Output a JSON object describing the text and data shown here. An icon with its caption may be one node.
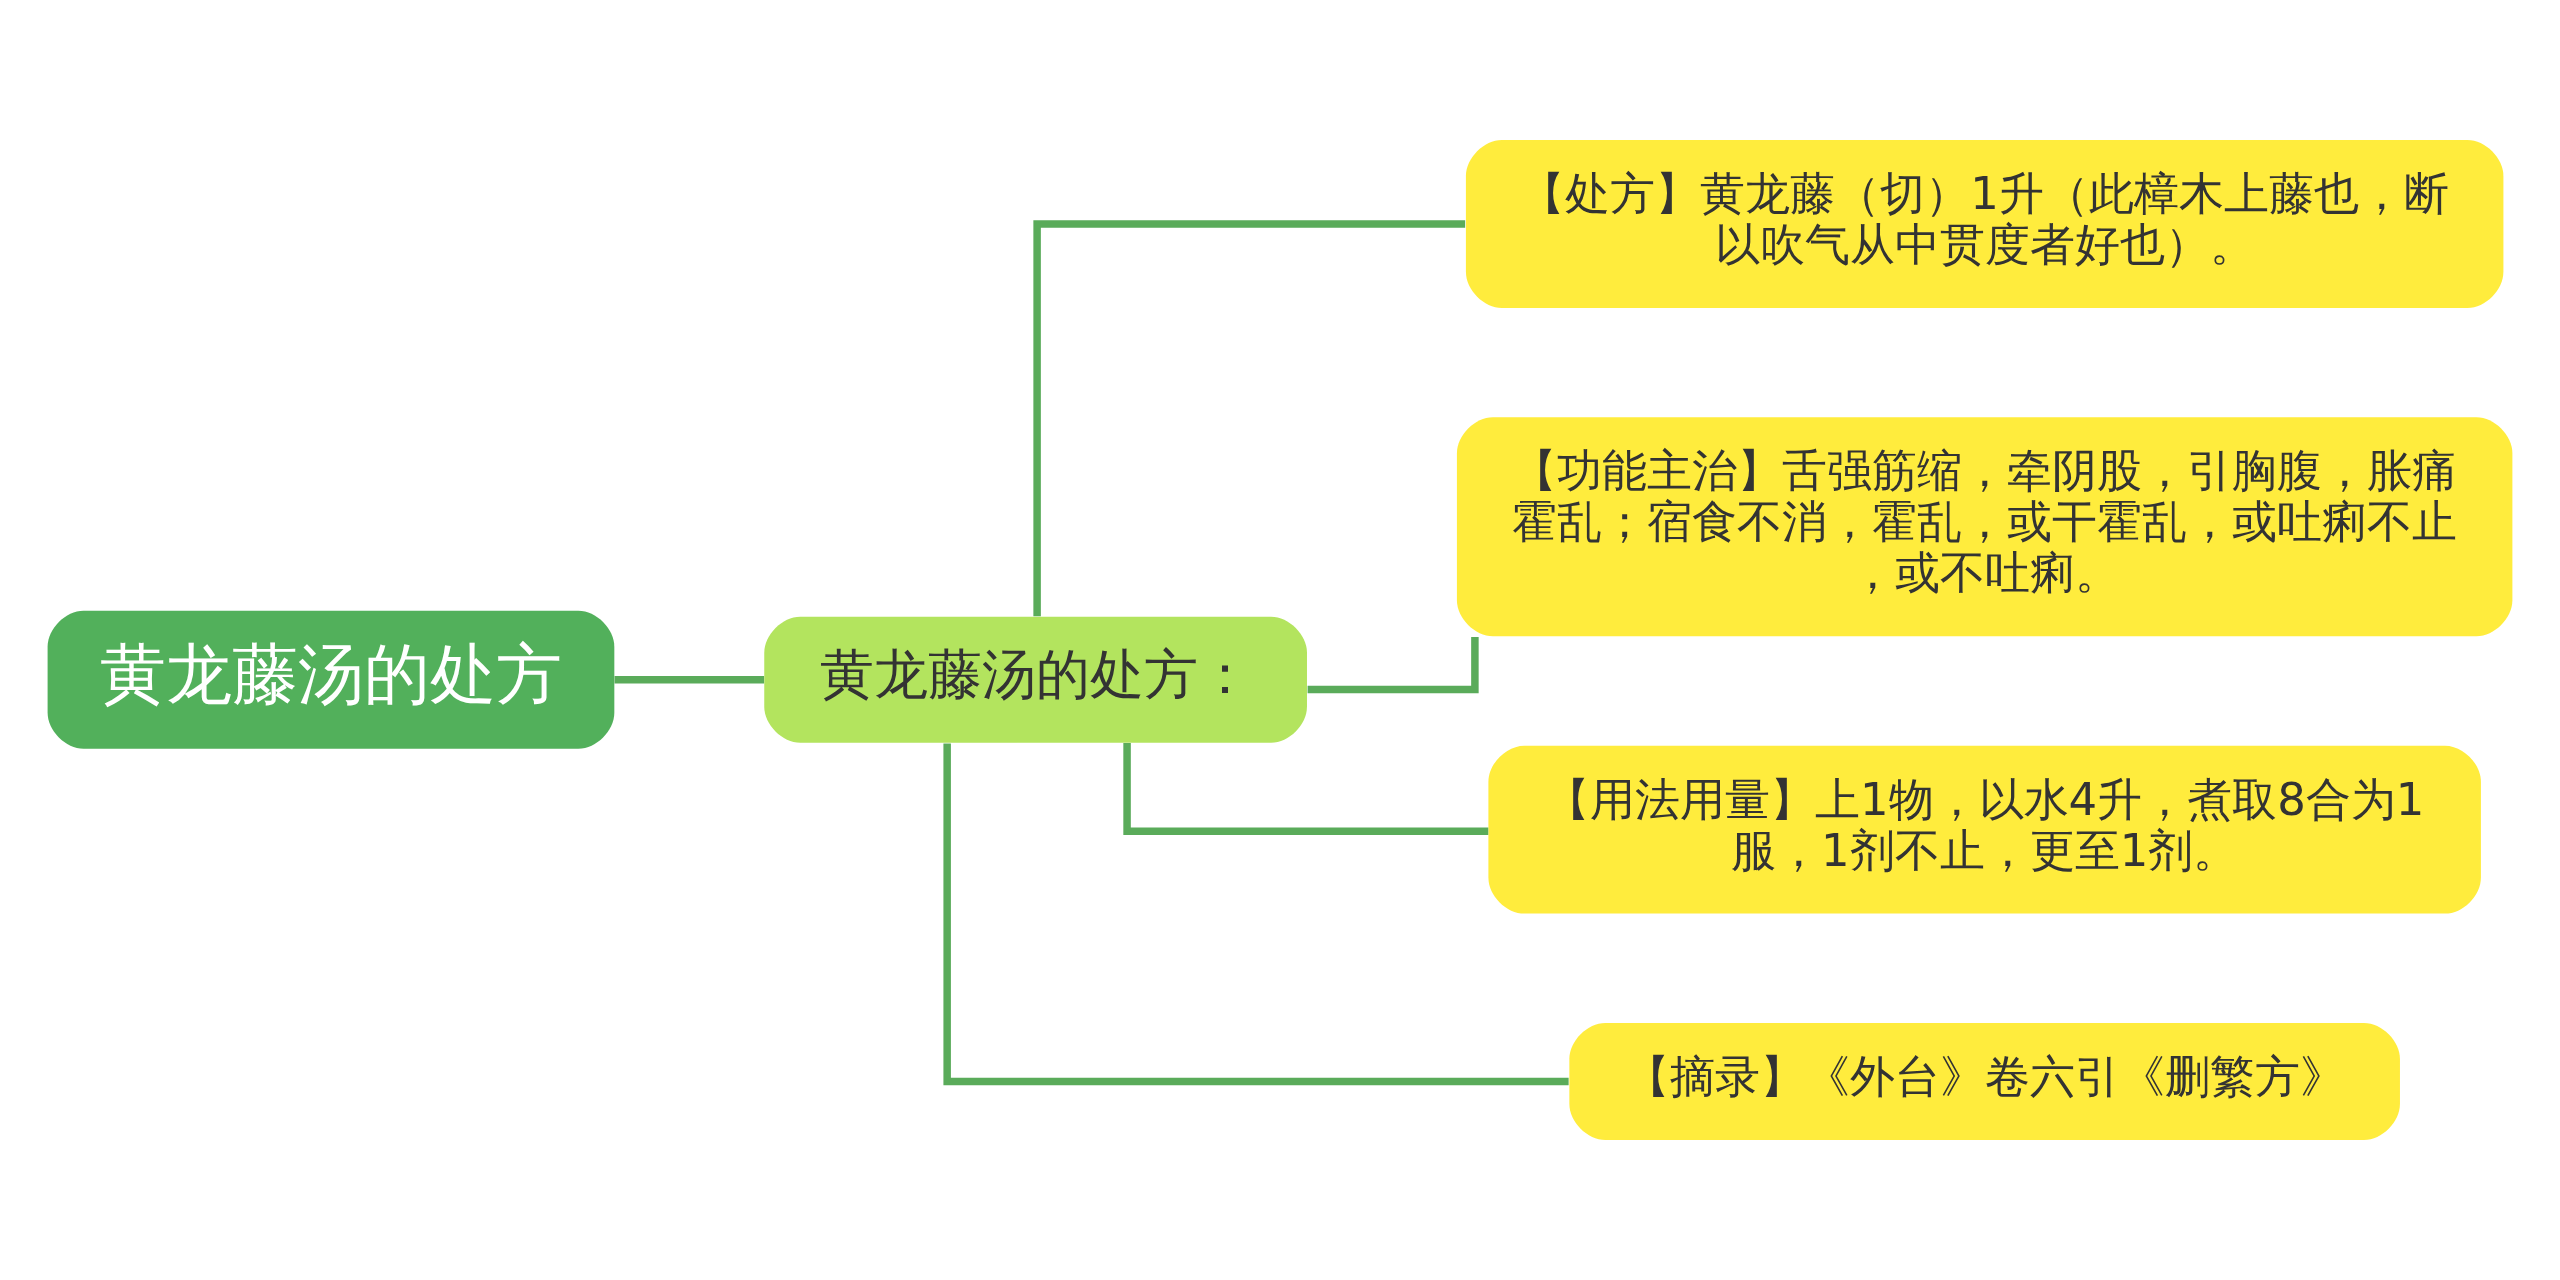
{
  "diagram": {
    "nodes": [
      {
        "text": [
          "黄龙藤汤的处方"
        ]
      },
      {
        "text": [
          "黄龙藤汤的处方："
        ]
      },
      {
        "text": [
          "【处方】黄龙藤（切）1升（此樟木上藤也，断以吹气从中贯度者好也）。"
        ]
      },
      {
        "text": [
          "【功能主治】舌强筋缩，牵阴股，引胸腹，胀痛霍乱；宿食不消，霍乱，或干霍乱，或吐痢不止，或不吐痢。"
        ]
      },
      {
        "text": [
          "【用法用量】上1物，以水4升，煮取8合为1服，1剂不止，更至1剂。"
        ]
      },
      {
        "text": [
          "【摘录】《外台》卷六引《删繁方》"
        ]
      }
    ],
    "edges": [
      {
        "from": 0,
        "to": 1,
        "arrow": "none"
      },
      {
        "from": 1,
        "to": 2,
        "arrow": "none"
      },
      {
        "from": 1,
        "to": 3,
        "arrow": "none"
      },
      {
        "from": 1,
        "to": 4,
        "arrow": "none"
      },
      {
        "from": 1,
        "to": 5,
        "arrow": "none"
      }
    ]
  }
}
